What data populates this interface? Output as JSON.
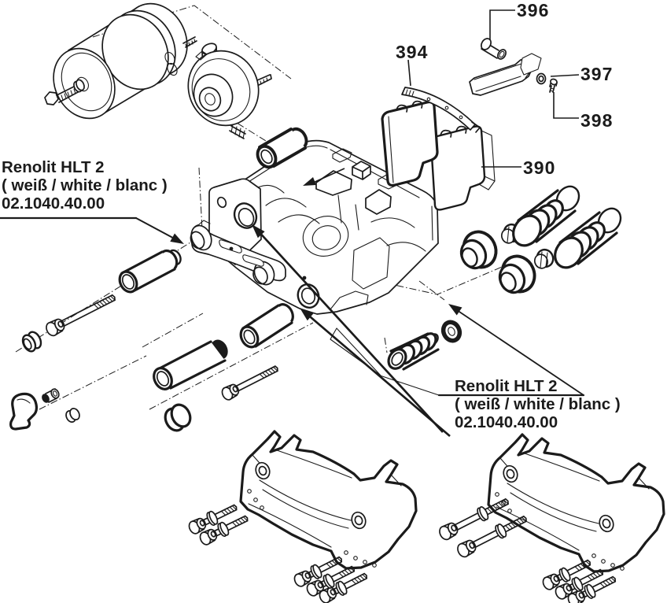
{
  "diagram": {
    "kind": "exploded-parts-line-drawing",
    "parts": [
      "service-brake-chamber",
      "spring-brake-cylinder",
      "brake-caliper-body",
      "adjuster-lever",
      "guide-pin-bolt-upper",
      "guide-sleeve-upper",
      "guide-pin-bolt-lower",
      "guide-sleeve-lower",
      "spacer-tube",
      "end-cap-disc",
      "cap-ring",
      "rubber-cap",
      "small-bushing",
      "small-cap",
      "brake-pad-front",
      "brake-pad-rear",
      "pad-wear-spring",
      "pad-retainer-bracket",
      "pad-retaining-pin",
      "washer",
      "screw",
      "sealing-cap",
      "hex-plug",
      "guide-pin-boot",
      "o-ring",
      "piston-boot",
      "carrier-bracket-left",
      "carrier-bracket-right",
      "carrier-mounting-bolts"
    ]
  },
  "labels": {
    "n390": "390",
    "n394": "394",
    "n396": "396",
    "n397": "397",
    "n398": "398"
  },
  "notes": {
    "left": {
      "l1": "Renolit HLT 2",
      "l2": "( weiß / white / blanc )",
      "l3": "02.1040.40.00"
    },
    "right": {
      "l1": "Renolit HLT 2",
      "l2": "( weiß / white / blanc )",
      "l3": "02.1040.40.00"
    }
  },
  "colors": {
    "line": "#1b1b1b",
    "background": "#ffffff"
  }
}
